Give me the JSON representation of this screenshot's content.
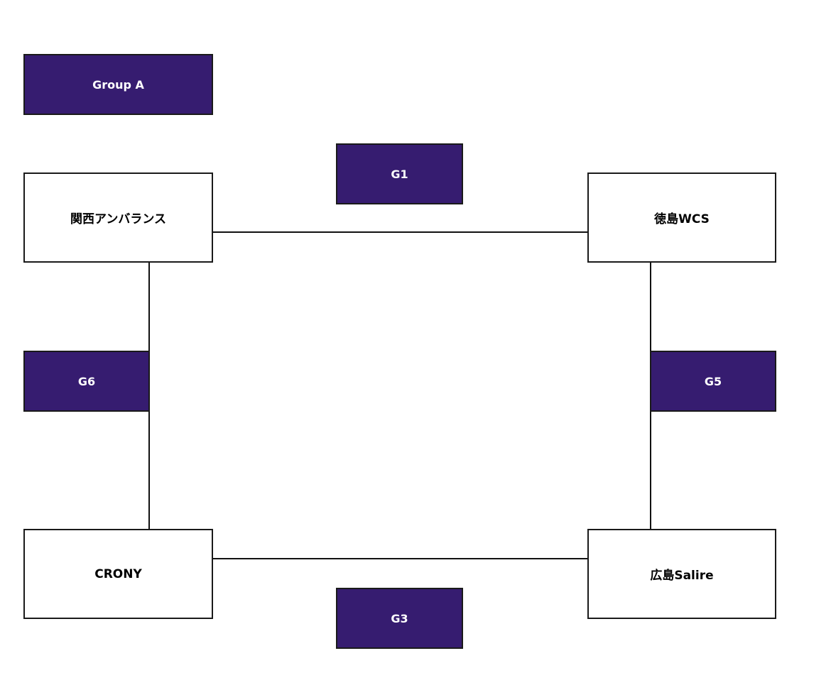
{
  "group_title": "Group A",
  "teams": {
    "top_left": "関西アンバランス",
    "top_right": "徳島WCS",
    "bottom_left": "CRONY",
    "bottom_right": "広島Salire"
  },
  "matches": {
    "top": "G1",
    "bottom": "G3",
    "right": "G5",
    "left": "G6"
  },
  "colors": {
    "label_fill": "#361c70",
    "label_text": "#ffffff",
    "team_fill": "#ffffff",
    "line": "#111111"
  }
}
